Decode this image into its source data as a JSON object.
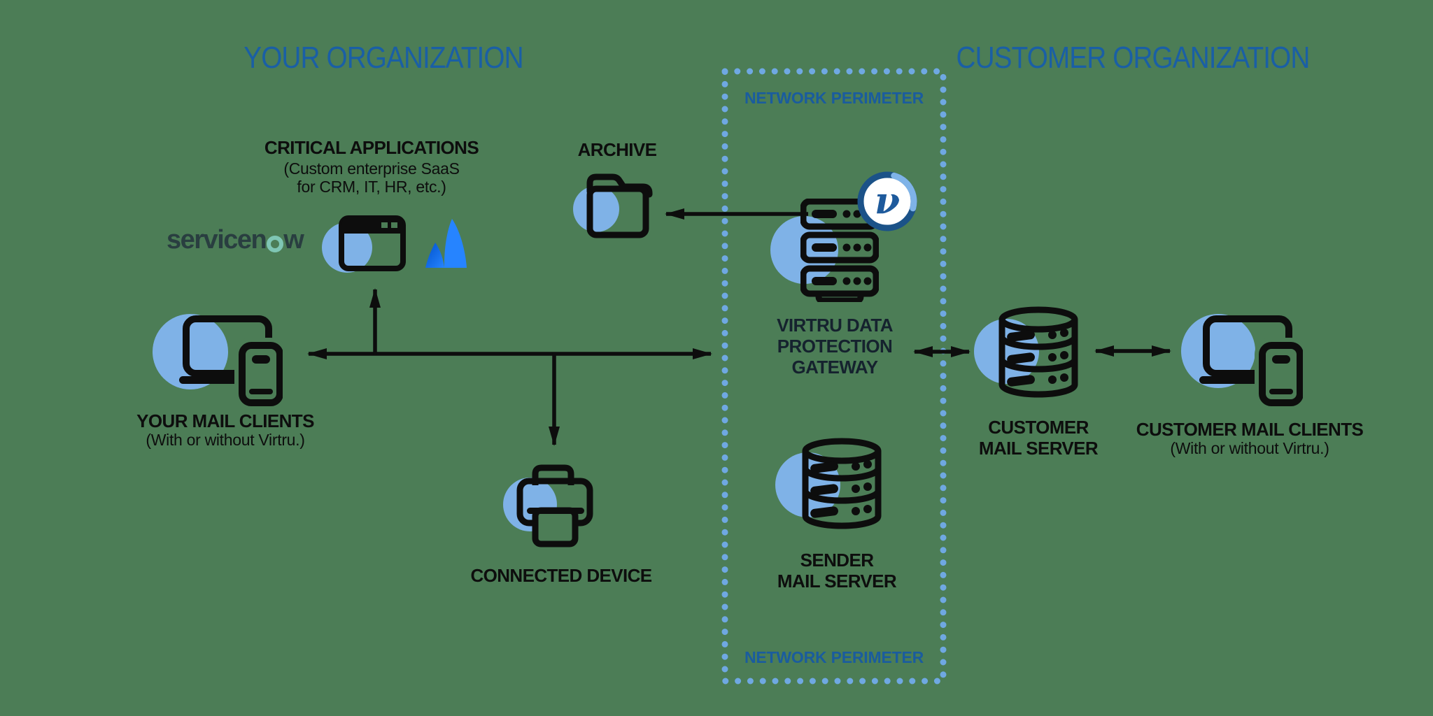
{
  "headings": {
    "your_org": "YOUR ORGANIZATION",
    "customer_org": "CUSTOMER ORGANIZATION"
  },
  "perimeter": {
    "label_top": "NETWORK PERIMETER",
    "label_bottom": "NETWORK PERIMETER"
  },
  "nodes": {
    "critical_apps": {
      "title": "CRITICAL APPLICATIONS",
      "subtitle_line1": "(Custom enterprise SaaS",
      "subtitle_line2": "for CRM, IT, HR, etc.)"
    },
    "archive": {
      "label": "ARCHIVE"
    },
    "gateway": {
      "label_line1": "VIRTRU DATA",
      "label_line2": "PROTECTION",
      "label_line3": "GATEWAY"
    },
    "sender_server": {
      "label_line1": "SENDER",
      "label_line2": "MAIL SERVER"
    },
    "customer_server": {
      "label_line1": "CUSTOMER",
      "label_line2": "MAIL SERVER"
    },
    "your_clients": {
      "label": "YOUR MAIL CLIENTS",
      "sublabel": "(With or without Virtru.)"
    },
    "customer_clients": {
      "label": "CUSTOMER MAIL CLIENTS",
      "sublabel": "(With or without Virtru.)"
    },
    "connected_device": {
      "label": "CONNECTED DEVICE"
    }
  },
  "logos": {
    "servicenow_part1": "servicen",
    "servicenow_part2": "w",
    "virtru_glyph": "ν"
  },
  "colors": {
    "background": "#4C7D56",
    "accent_circle_blue": "#7FB2E7",
    "heading_blue": "#1A5FA5",
    "perimeter_text_blue": "#1A5C9E",
    "perimeter_dot_blue": "#6FA8E2",
    "ink_black": "#0d0d0d",
    "gateway_text_navy": "#15222E",
    "virtru_ring_navy": "#1B5288",
    "servicenow_ink": "#293E40",
    "servicenow_teal": "#7FC6B4",
    "atlassian_blue": "#2684FF",
    "atlassian_deep_blue": "#0052CC"
  }
}
